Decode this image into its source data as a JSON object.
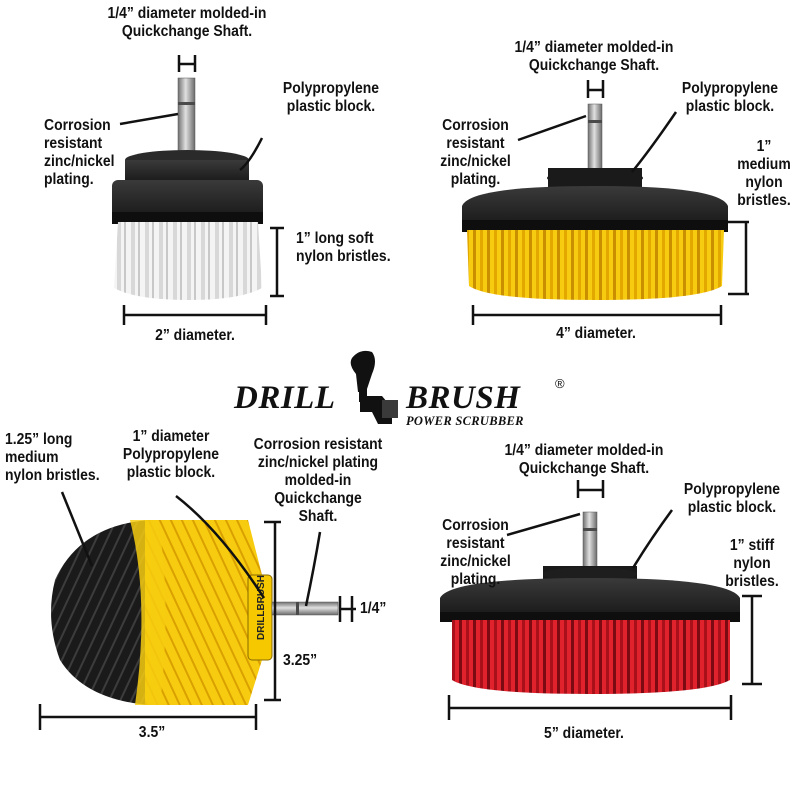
{
  "logo": {
    "word_left": "DRILL",
    "word_right": "BRUSH",
    "registered": "®",
    "tagline": "POWER SCRUBBER",
    "sleeve_text": "DRILLBRUSH"
  },
  "products": [
    {
      "id": "white-2in",
      "bristle_color": "#f2f2f2",
      "labels": {
        "shaft": "1/4” diameter molded-in\nQuickchange Shaft.",
        "block": "Polypropylene\nplastic block.",
        "plating": "Corrosion\nresistant\nzinc/nickel\nplating.",
        "bristles": "1” long soft\nnylon bristles.",
        "diameter": "2” diameter."
      }
    },
    {
      "id": "yellow-4in",
      "bristle_color": "#f5c800",
      "labels": {
        "shaft": "1/4” diameter molded-in\nQuickchange Shaft.",
        "plating": "Corrosion\nresistant\nzinc/nickel\nplating.",
        "block": "Polypropylene\nplastic block.",
        "bristles": "1”\nmedium\nnylon\nbristles.",
        "diameter": "4” diameter."
      }
    },
    {
      "id": "round-3.5in",
      "bristle_colors": [
        "#111111",
        "#f5c800"
      ],
      "labels": {
        "bristles": "1.25” long\nmedium\nnylon bristles.",
        "block": "1” diameter\nPolypropylene\nplastic block.",
        "plating": "Corrosion resistant\nzinc/nickel plating\nmolded-in\nQuickchange\nShaft.",
        "shaft": "1/4”",
        "height": "3.25”",
        "width": "3.5”"
      }
    },
    {
      "id": "red-5in",
      "bristle_color": "#d8202a",
      "labels": {
        "shaft": "1/4” diameter molded-in\nQuickchange Shaft.",
        "block": "Polypropylene\nplastic block.",
        "plating": "Corrosion\nresistant\nzinc/nickel\nplating.",
        "bristles": "1” stiff\nnylon\nbristles.",
        "diameter": "5” diameter."
      }
    }
  ]
}
